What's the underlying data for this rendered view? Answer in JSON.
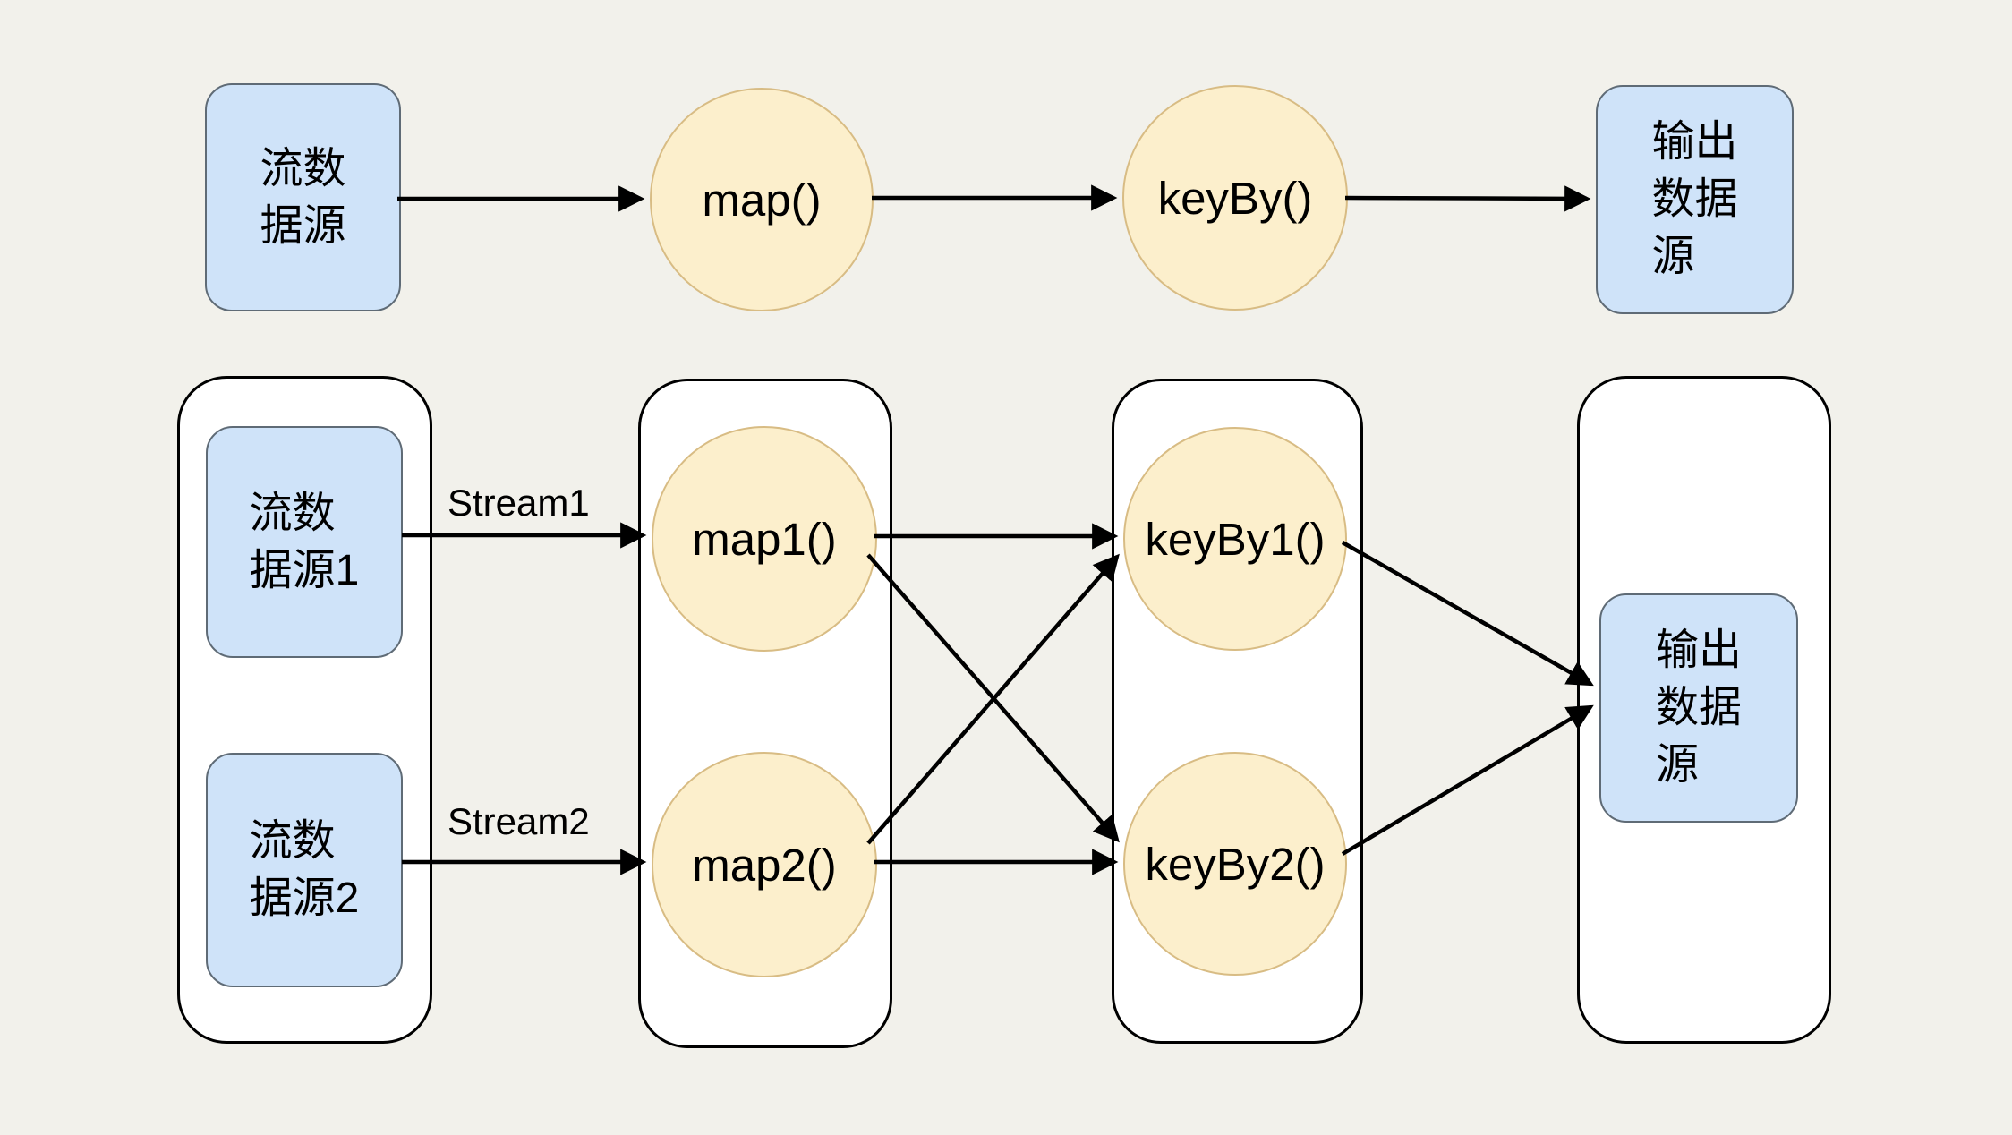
{
  "colors": {
    "background": "#F2F1EB",
    "source_sink_fill": "#CFE3F9",
    "source_sink_border": "#5F6B76",
    "operator_fill": "#FCEFCC",
    "operator_border": "#D8BC84",
    "container_border": "#000000",
    "arrow": "#000000"
  },
  "top_pipeline": {
    "source_label": "流数\n据源",
    "map_label": "map()",
    "keyby_label": "keyBy()",
    "sink_label": "输出\n数据\n源"
  },
  "parallel_pipeline": {
    "source1_label": "流数\n据源1",
    "source2_label": "流数\n据源2",
    "stream1_label": "Stream1",
    "stream2_label": "Stream2",
    "map1_label": "map1()",
    "map2_label": "map2()",
    "keyby1_label": "keyBy1()",
    "keyby2_label": "keyBy2()",
    "sink_label": "输出\n数据\n源"
  }
}
